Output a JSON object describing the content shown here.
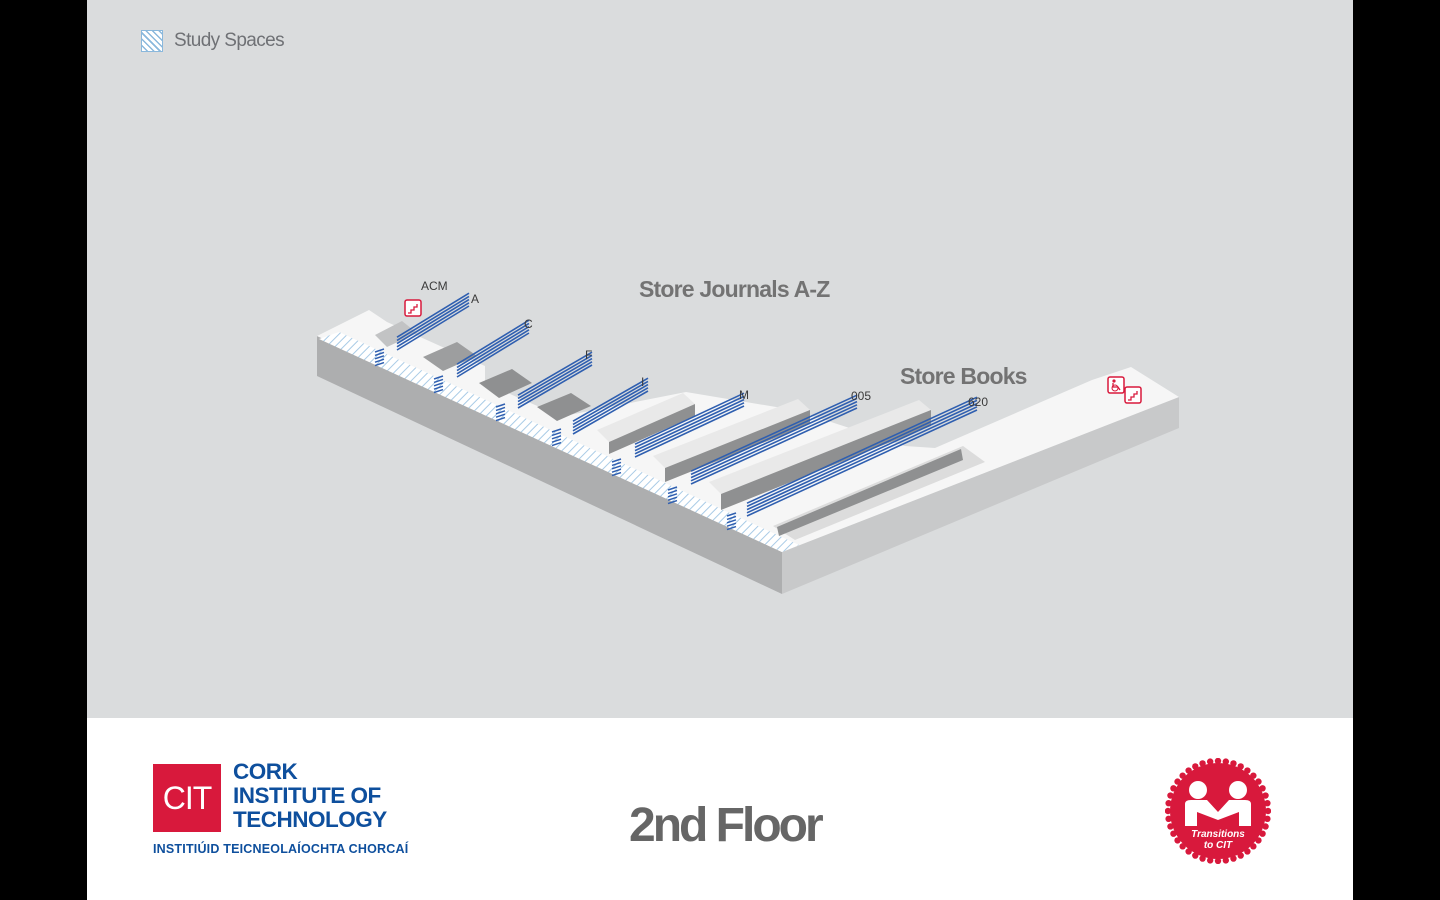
{
  "legend": {
    "label": "Study Spaces",
    "icon": "hatched-swatch-icon",
    "swatch_color": "#8ab8dc"
  },
  "map": {
    "zone_labels": {
      "journals": "Store Journals A-Z",
      "books": "Store Books"
    },
    "shelf_labels": [
      "ACM",
      "A",
      "C",
      "F",
      "I",
      "M",
      "005",
      "620"
    ],
    "icons": [
      "stairs-icon",
      "wheelchair-access-icon",
      "stairs-icon"
    ],
    "colors": {
      "shelving": "#2f5fb0",
      "background": "#dadcdd",
      "floor_top": "#f5f5f5",
      "floor_side": "#b9babb",
      "icon_red": "#d8193c"
    }
  },
  "footer": {
    "institution": {
      "mark_text": "CIT",
      "name_lines": [
        "CORK",
        "INSTITUTE OF",
        "TECHNOLOGY"
      ],
      "irish_name": "INSTITIÚID TEICNEOLAÍOCHTA CHORCAÍ",
      "brand_color": "#0e4f9d",
      "mark_color": "#d8193c"
    },
    "floor_title": "2nd Floor",
    "badge": {
      "line1": "Transitions",
      "line2": "to CIT",
      "color": "#d8193c"
    }
  }
}
